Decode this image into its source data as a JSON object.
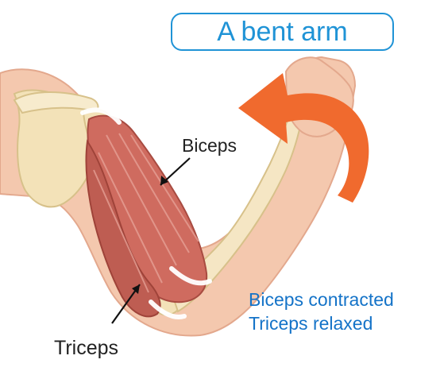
{
  "title": "A bent arm",
  "labels": {
    "biceps": "Biceps",
    "triceps": "Triceps"
  },
  "status": {
    "line1": "Biceps contracted",
    "line2": "Triceps relaxed"
  },
  "colors": {
    "accent_blue": "#1f93d6",
    "status_blue": "#1473c8",
    "arrow_orange": "#f06a2e",
    "skin": "#f4c8ae",
    "bone": "#f3e2b8",
    "muscle": "#cf6b5f"
  },
  "icons": {
    "motion": "curved-arrow-icon",
    "pointer": "arrow-icon"
  }
}
